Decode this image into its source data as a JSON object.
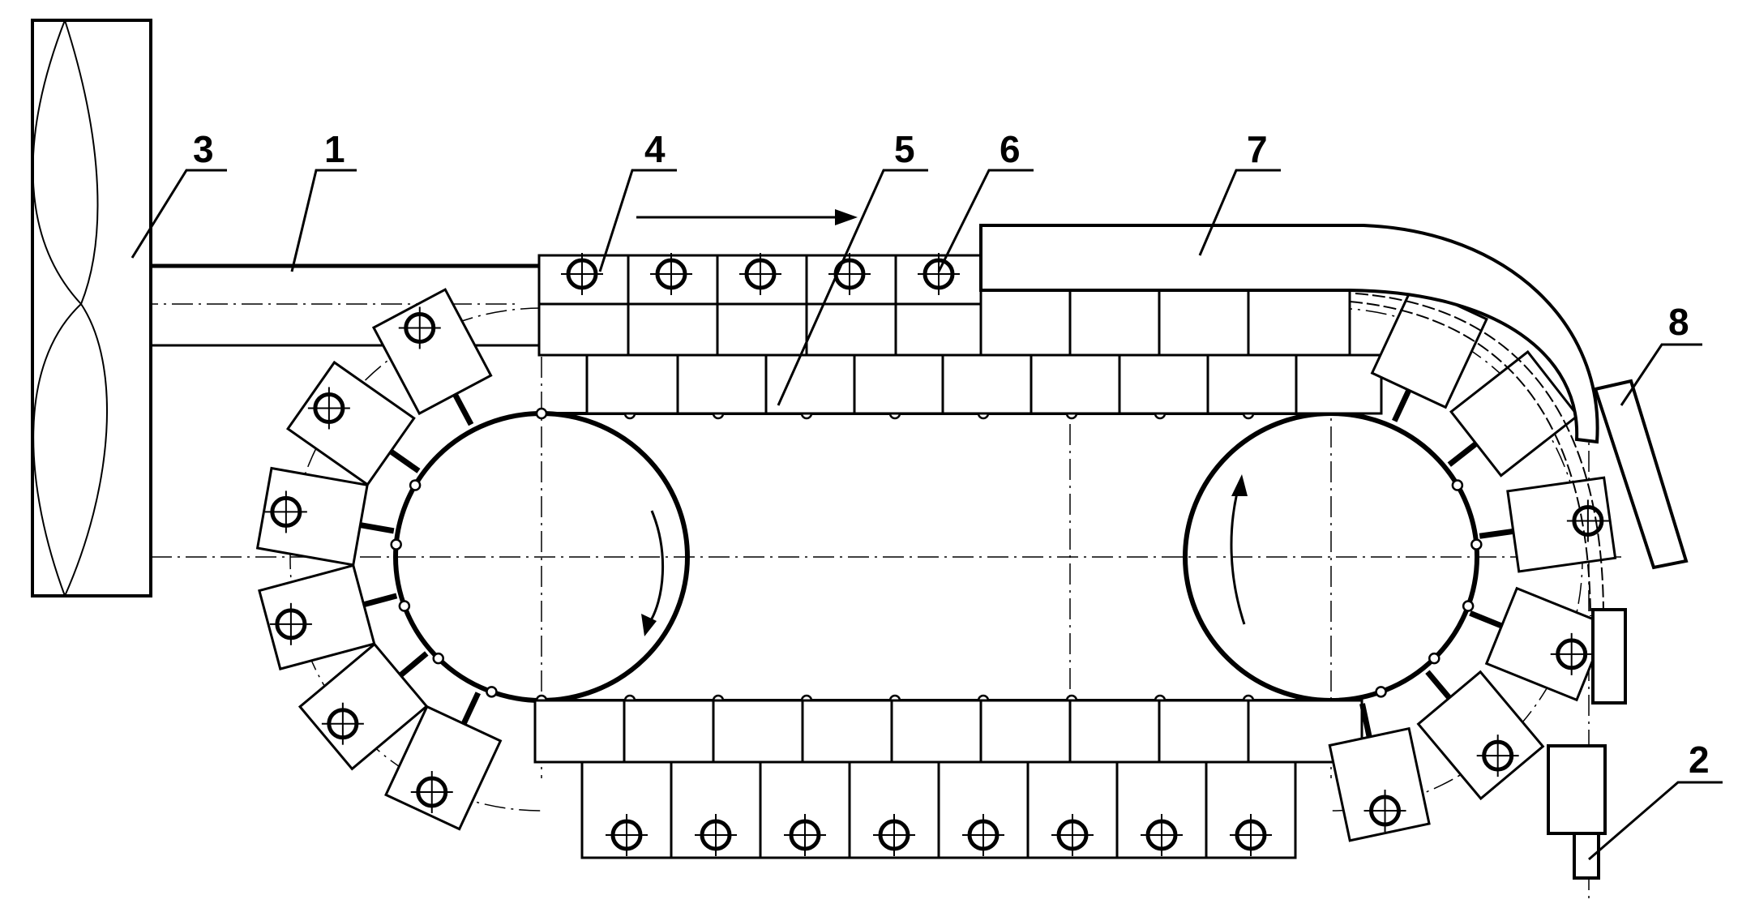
{
  "labels": {
    "l1": "1",
    "l2": "2",
    "l3": "3",
    "l4": "4",
    "l5": "5",
    "l6": "6",
    "l7": "7",
    "l8": "8"
  },
  "colors": {
    "ink": "#000000",
    "background": "#ffffff"
  }
}
